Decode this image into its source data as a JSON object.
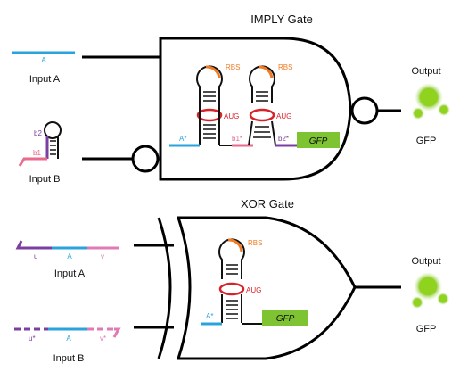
{
  "imply_gate": {
    "title": "IMPLY Gate",
    "input_a": {
      "strand_label": "A",
      "caption": "Input A"
    },
    "input_b": {
      "stem_label": "b2",
      "tail_label": "b1",
      "caption": "Input B"
    },
    "switch": {
      "rbs_label": "RBS",
      "aug_label": "AUG",
      "a_star_label": "A*",
      "b1_star_label": "b1*",
      "b2_star_label": "b2*",
      "reporter_label": "GFP"
    },
    "output": {
      "title": "Output",
      "caption": "GFP"
    }
  },
  "xor_gate": {
    "title": "XOR Gate",
    "input_a": {
      "u_label": "u",
      "a_label": "A",
      "v_label": "v",
      "caption": "Input A"
    },
    "input_b": {
      "u_label": "u*",
      "a_label": "A",
      "v_label": "v*",
      "caption": "Input B"
    },
    "switch": {
      "rbs_label": "RBS",
      "aug_label": "AUG",
      "a_star_label": "A*",
      "reporter_label": "GFP"
    },
    "output": {
      "title": "Output",
      "caption": "GFP"
    }
  },
  "colors": {
    "strand_a": "#2aa3dc",
    "strand_b2": "#7a3fa0",
    "strand_b1": "#e86a8c",
    "strand_u": "#7a3fa0",
    "strand_v": "#e07ab4",
    "rbs": "#f07b22",
    "aug": "#d8222a",
    "gfp_box": "#7ec331",
    "glow": "#8fd31e"
  }
}
